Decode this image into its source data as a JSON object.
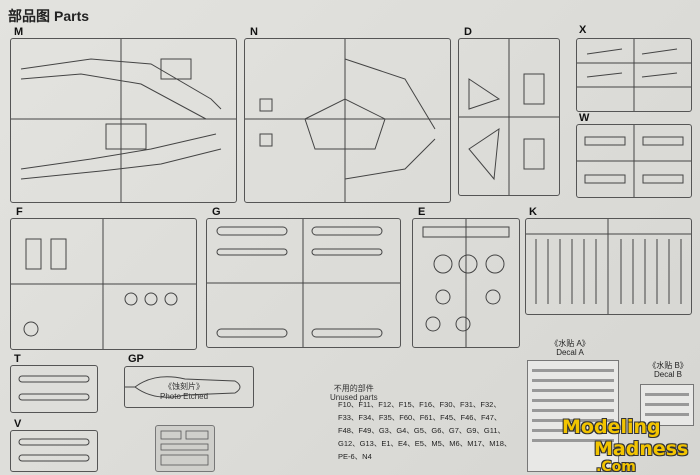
{
  "page": {
    "title_cn": "部品图",
    "title_en": "Parts"
  },
  "sprues": {
    "M": "M",
    "N": "N",
    "D": "D",
    "X": "X",
    "W": "W",
    "F": "F",
    "G": "G",
    "E": "E",
    "K": "K",
    "T": "T",
    "GP": "GP",
    "V": "V"
  },
  "photo_etched": {
    "cn": "《蚀刻片》",
    "en": "Photo Etched"
  },
  "unused": {
    "cn": "不用的部件",
    "en": "Unused parts",
    "list": "F10、F11、F12、F15、F16、F30、F31、F32、F33、F34、F35、F60、F61、F45、F46、F47、F48、F49、G3、G4、G5、G6、G7、G9、G11、G12、G13、E1、E4、E5、M5、M6、M17、M18、PE-6、N4"
  },
  "decals": {
    "a_cn": "《水贴 A》",
    "a_en": "Decal A",
    "b_cn": "《水贴 B》",
    "b_en": "Decal B"
  },
  "watermark": {
    "line1": "Modeling",
    "line2": "Madness",
    "line3": ".Com"
  }
}
